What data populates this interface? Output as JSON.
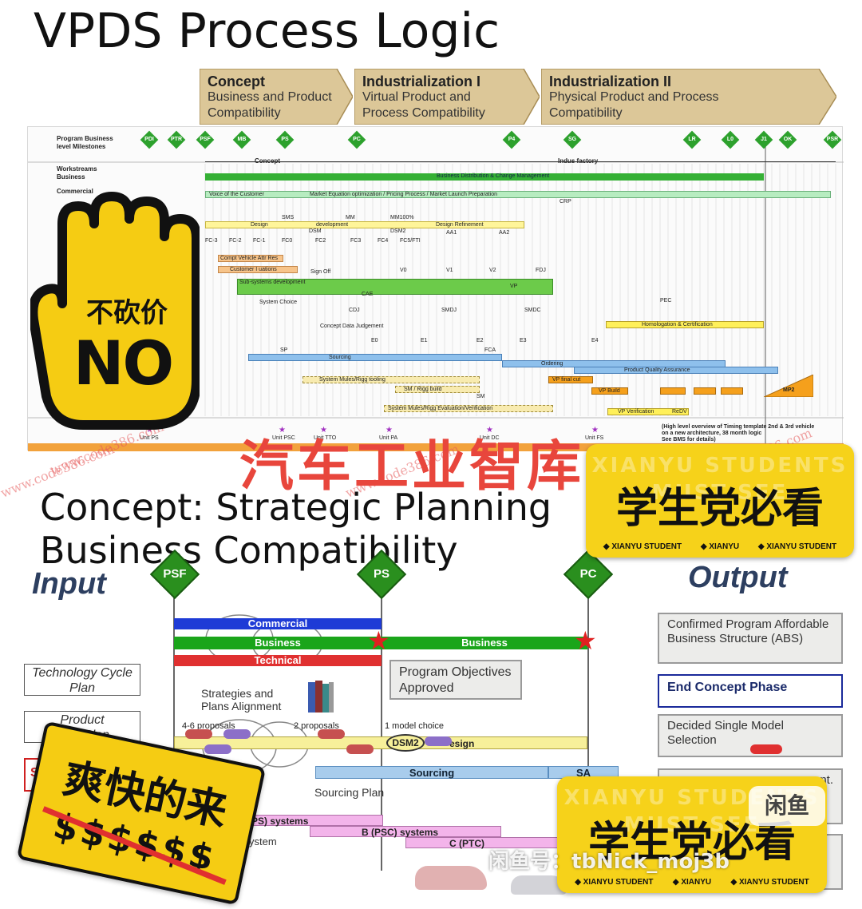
{
  "title": "VPDS Process Logic",
  "phases": [
    {
      "name": "Concept",
      "sub1": "Business and Product",
      "sub2": "Compatibility"
    },
    {
      "name": "Industrialization I",
      "sub1": "Virtual Product and",
      "sub2": "Process Compatibility"
    },
    {
      "name": "Industrialization II",
      "sub1": "Physical Product and Process",
      "sub2": "Compatibility"
    }
  ],
  "gantt": {
    "row_labels": [
      "Program Business",
      "level Milestones",
      "Workstreams",
      "Business",
      "Commercial"
    ],
    "milestones": [
      "PDI",
      "PTR",
      "PSF",
      "MB",
      "PS",
      "PC",
      "P4",
      "SG",
      "LR",
      "L0",
      "J1",
      "OK",
      "PSR"
    ],
    "phase_bar": {
      "concept": "Concept",
      "indus": "Indus factory"
    },
    "bars": {
      "business": "Business Distribution & Change Management",
      "voice": "Voice of the Customer",
      "market": "Market Equation optimization   /   Pricing Process   /   Market Launch Preparation",
      "design": "Design",
      "development": "development",
      "refinement": "Design Refinement",
      "compt": "Compt Vehicle Attr Res",
      "customer": "Customer I uations",
      "signoff": "Sign Off",
      "subsys": "Sub-systems development",
      "system_choice": "System Choice",
      "concept_judgement": "Concept Data Judgement",
      "homologation": "Homologation & Certification",
      "sourcing": "Sourcing",
      "ordering": "Ordering",
      "pqa": "Product Quality Assurance",
      "vp_final": "VP final cut",
      "vp_build": "VP Build",
      "sm_build": "SM / Rigg build",
      "system_mules": "System Mules/Rigg tooling",
      "sm_eval": "System Mules/Rigg Evaluation/Verification",
      "vp_verif": "VP Verification",
      "mp2": "MP2",
      "reDV": "ReDV"
    },
    "marks": [
      "SMS",
      "MM",
      "MM100%",
      "DSM",
      "DSM2",
      "AA1",
      "AA2",
      "CRP",
      "V0",
      "V1",
      "V2",
      "FDJ",
      "CAE",
      "VP",
      "PEC",
      "CDJ",
      "SMDJ",
      "SMDC",
      "E0",
      "E1",
      "E2",
      "E3",
      "E4",
      "SP",
      "FCA",
      "SM"
    ],
    "fc_marks": [
      "FC-3",
      "FC-2",
      "FC-1",
      "FC0",
      "FC2",
      "FC3",
      "FC4",
      "FC5/FTI"
    ],
    "bottom_units": [
      "Unit PS",
      "Unit PSC",
      "Unit TTO",
      "Unit PA",
      "Unit DC",
      "Unit FS"
    ],
    "note_line1": "(High level overview of Timing template 2nd & 3rd vehicle",
    "note_line2": "on a new architecture, 38 month logic",
    "note_line3": "See BMS for details)"
  },
  "watermark": "www.code386.com",
  "banner_red": "汽车工业智库",
  "section_title_1": "Concept: Strategic Planning",
  "section_title_2": "Business Compatibility",
  "input_label": "Input",
  "output_label": "Output",
  "gates": [
    "PSF",
    "PS",
    "PC"
  ],
  "lanes": {
    "commercial": "Commercial",
    "business1": "Business",
    "business2": "Business",
    "technical": "Technical"
  },
  "objectives": "Program Objectives Approved",
  "strategies": "Strategies and Plans Alignment",
  "proposals_46": "4-6 proposals",
  "proposals_2": "2 proposals",
  "model_choice": "1 model choice",
  "dsm2": "DSM2",
  "design_suffix": "esign",
  "sourcing": "Sourcing",
  "sa": "SA",
  "sourcing_plan": "Sourcing Plan",
  "systems_a": "PS) systems",
  "systems_b": "B (PSC) systems",
  "systems_c": "C (PTC)",
  "system_word": "ystem",
  "inputs": [
    "Technology Cycle Plan",
    "Product",
    "Plan"
  ],
  "outputs": {
    "o1": "Confirmed Program Affordable Business Structure (ABS)",
    "o2": "End Concept Phase",
    "o3": "Decided Single Model Selection",
    "o4": "nt."
  },
  "sticker_no": {
    "cn": "不砍价",
    "en": "NO"
  },
  "sticker_student": {
    "cn": "学生党必看",
    "foot": [
      "◆ XIANYU STUDENT",
      "◆ XIANYU",
      "◆ XIANYU STUDENT"
    ],
    "bg_text": "XIANYU STUDENTS MUST SEE"
  },
  "sticker_fast": {
    "cn": "爽快的来",
    "dollars": "$$$$$$"
  },
  "bottom_watermark": "闲鱼号：tbNick_moj3b",
  "xianyu_logo": "闲鱼",
  "partial_s": "S"
}
